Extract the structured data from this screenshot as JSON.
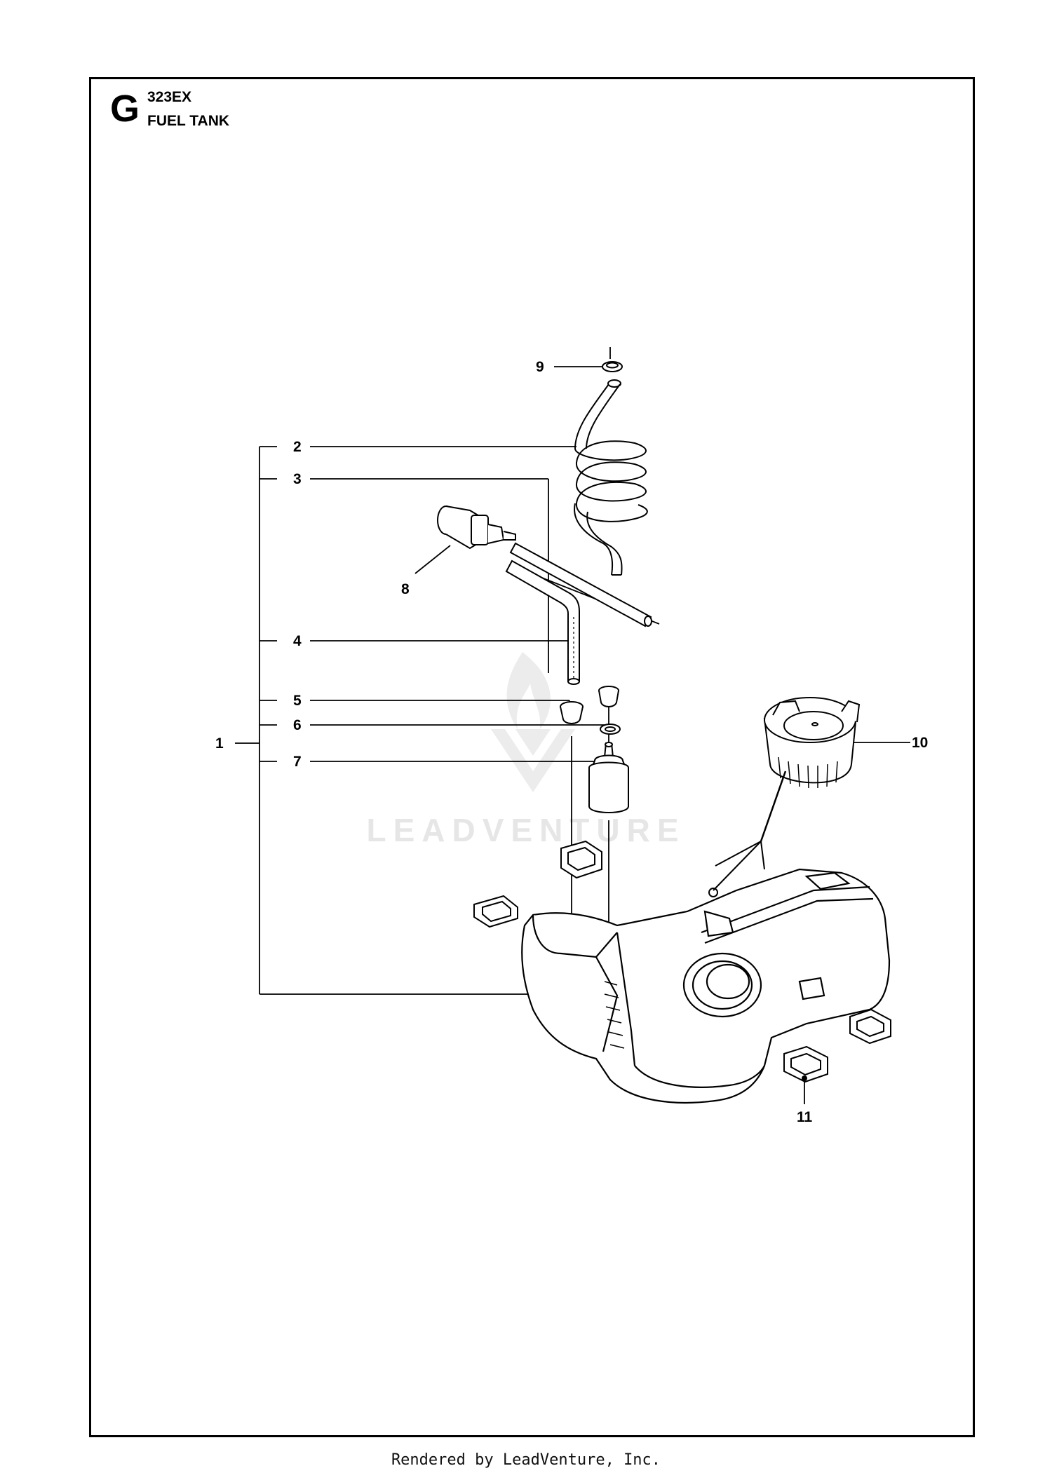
{
  "header": {
    "section_letter": "G",
    "model": "323EX",
    "title": "FUEL TANK"
  },
  "callouts": {
    "c1": "1",
    "c2": "2",
    "c3": "3",
    "c4": "4",
    "c5": "5",
    "c6": "6",
    "c7": "7",
    "c8": "8",
    "c9": "9",
    "c10": "10",
    "c11": "11"
  },
  "watermark": "LEADVENTURE",
  "footer": "Rendered by LeadVenture, Inc."
}
